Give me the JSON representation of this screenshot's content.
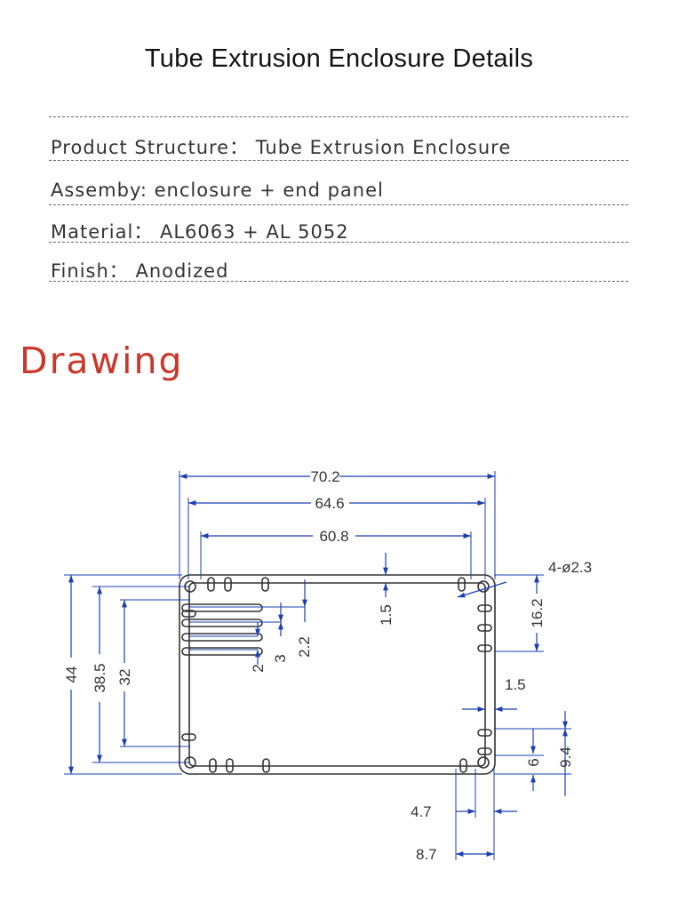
{
  "title": "Tube Extrusion Enclosure Details",
  "specs": [
    "Product Structure： Tube Extrusion Enclosure",
    "Assemby:  enclosure + end panel",
    "Material： AL6063 + AL 5052",
    "Finish： Anodized"
  ],
  "section_heading": "Drawing",
  "colors": {
    "heading": "#c8392b",
    "dimension_line": "#1a3fb0",
    "outline": "#333333"
  },
  "dimensions": {
    "overall_width": "70.2",
    "middle_width": "64.6",
    "inner_width": "60.8",
    "holes": "4-ø2.3",
    "overall_height": "44",
    "height_38_5": "38.5",
    "height_32": "32",
    "wall_top": "1.5",
    "slot_16_2": "16.2",
    "wall_side": "1.5",
    "rib_2": "2",
    "rib_3": "3",
    "rib_2_2": "2.2",
    "slot_6": "6",
    "slot_9_4": "9.4",
    "bottom_4_7": "4.7",
    "bottom_8_7": "8.7"
  }
}
